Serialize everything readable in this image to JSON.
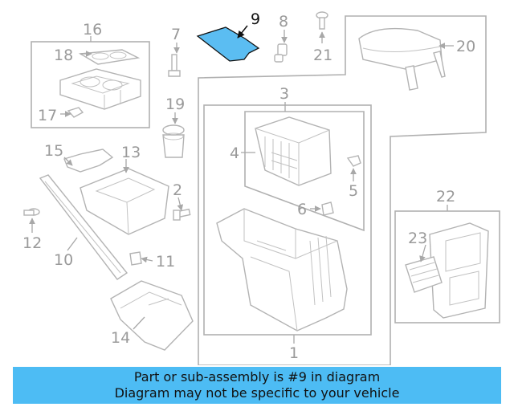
{
  "diagram": {
    "callouts": {
      "c1": "1",
      "c2": "2",
      "c3": "3",
      "c4": "4",
      "c5": "5",
      "c6": "6",
      "c7": "7",
      "c8": "8",
      "c9": "9",
      "c10": "10",
      "c11": "11",
      "c12": "12",
      "c13": "13",
      "c14": "14",
      "c15": "15",
      "c16": "16",
      "c17": "17",
      "c18": "18",
      "c19": "19",
      "c20": "20",
      "c21": "21",
      "c22": "22",
      "c23": "23"
    },
    "highlight_color": "#5bbdf2"
  },
  "banner": {
    "line1": "Part or sub-assembly is #9 in diagram",
    "line2": "Diagram may not be specific to your vehicle",
    "background": "#4dbcf4"
  }
}
